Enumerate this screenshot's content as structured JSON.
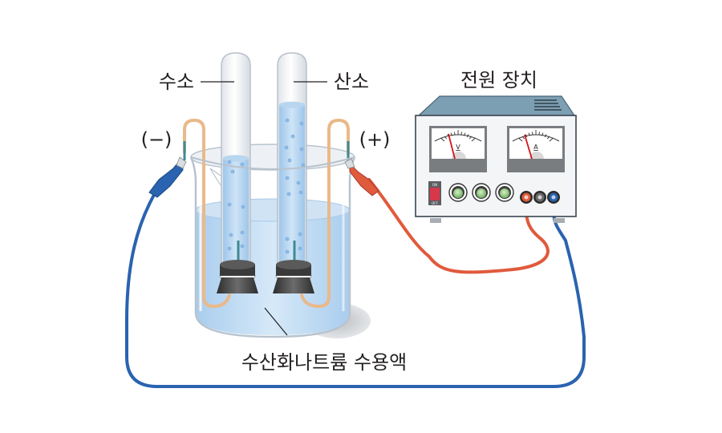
{
  "title": "물의 전기 분해 장치",
  "labels": {
    "hydrogen": "수소",
    "oxygen": "산소",
    "negative": "(−)",
    "positive": "(+)",
    "power_supply": "전원 장치",
    "solution": "수산화나트륨 수용액"
  },
  "power_supply": {
    "voltmeter_unit": "V",
    "ammeter_unit": "A",
    "switch_on": "ON",
    "switch_off": "OFF",
    "knob_count": 3,
    "terminals": [
      "red",
      "black",
      "blue"
    ]
  },
  "colors": {
    "negative_wire": "#2a63b0",
    "positive_wire": "#e05a3c",
    "solution": "#bcd9f2",
    "copper_wire": "#e9b98a",
    "stopper": "#4a4a4a",
    "case_top": "#7d9fb3",
    "case_front": "#f4f5f7",
    "switch": "#d9374a",
    "knob": "#9ccf8c"
  },
  "gas_levels": {
    "hydrogen_gas_fraction": 0.67,
    "oxygen_gas_fraction": 0.33
  }
}
